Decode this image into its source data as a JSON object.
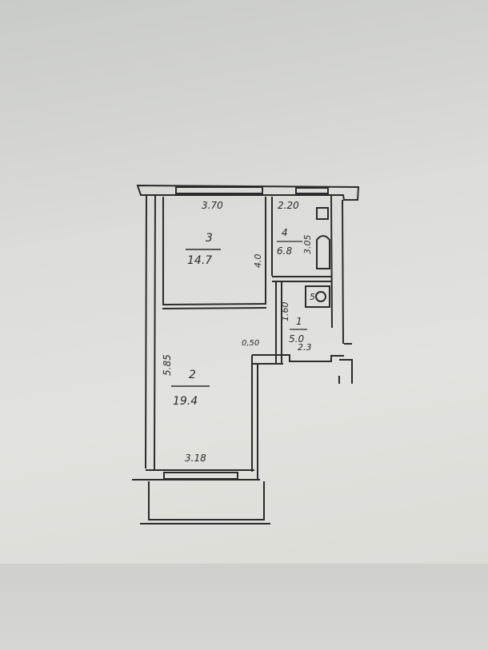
{
  "colors": {
    "ink": "#2b2b2b",
    "paper": "#dcdcd8"
  },
  "rooms": [
    {
      "number": "3",
      "area": "14.7"
    },
    {
      "number": "2",
      "area": "19.4"
    },
    {
      "number": "4",
      "area": "6.8"
    },
    {
      "number": "1",
      "area": "5.0"
    },
    {
      "number": "5",
      "area": ""
    }
  ],
  "dimensions": {
    "room3_width": "3.70",
    "room3_depth": "4.0",
    "room4_width": "2.20",
    "room4_depth": "3.05",
    "room2_depth": "5.85",
    "room2_width": "3.18",
    "hall_length": "1.60",
    "hall_width": "2.3",
    "niche": "0,50"
  }
}
